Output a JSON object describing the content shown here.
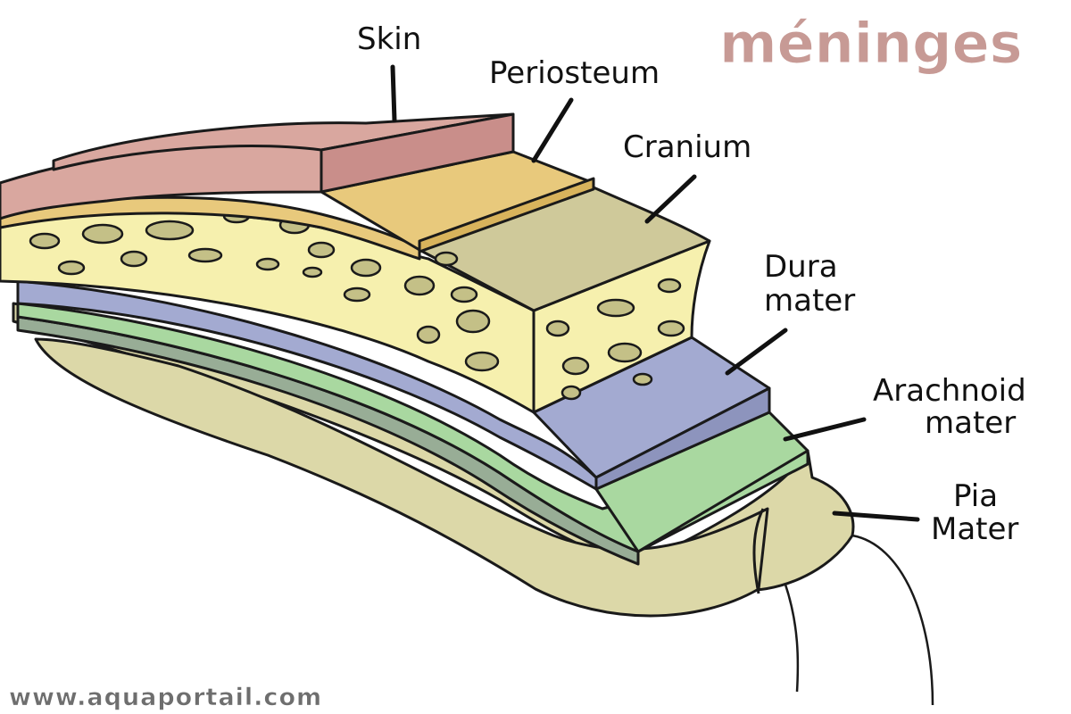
{
  "title": "méninges",
  "watermark": "www.aquaportail.com",
  "labels": {
    "skin": "Skin",
    "periosteum": "Periosteum",
    "cranium": "Cranium",
    "dura_line1": "Dura",
    "dura_line2": "mater",
    "arachnoid_line1": "Arachnoid",
    "arachnoid_line2": "mater",
    "pia_line1": "Pia",
    "pia_line2": "Mater"
  },
  "colors": {
    "skin": "#d9a79f",
    "skin_front": "#c98e8a",
    "periosteum": "#e8c97c",
    "cranium_top": "#cfc99a",
    "cranium_bone": "#f6f0ae",
    "bone_holes": "#c4c087",
    "dura": "#a3aad1",
    "arachnoid": "#a9d8a0",
    "pia": "#98ad96",
    "brain": "#dcd8a8",
    "title": "#c79a95"
  }
}
